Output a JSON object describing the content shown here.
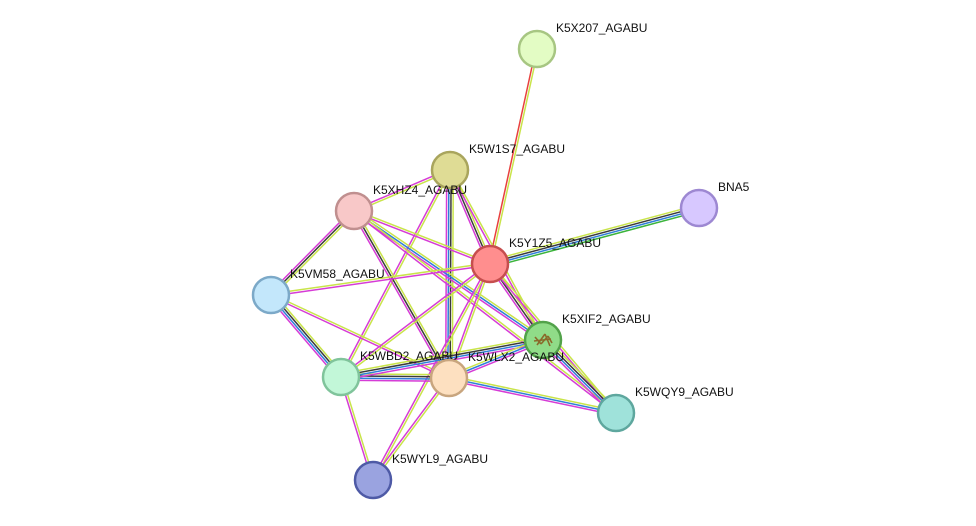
{
  "nodes": [
    {
      "id": "K5X207_AGABU",
      "label": "K5X207_AGABU",
      "color": "#e3fcc4",
      "stroke": "#a7c682"
    },
    {
      "id": "K5W1S7_AGABU",
      "label": "K5W1S7_AGABU",
      "color": "#dfdc95",
      "stroke": "#a9a55d"
    },
    {
      "id": "K5XHZ4_AGABU",
      "label": "K5XHZ4_AGABU",
      "color": "#f8c8c8",
      "stroke": "#c08f8f"
    },
    {
      "id": "BNA5",
      "label": "BNA5",
      "color": "#d7c8ff",
      "stroke": "#9d88d2"
    },
    {
      "id": "K5Y1Z5_AGABU",
      "label": "K5Y1Z5_AGABU",
      "color": "#ff8e8e",
      "stroke": "#c64e4e"
    },
    {
      "id": "K5VM58_AGABU",
      "label": "K5VM58_AGABU",
      "color": "#c3e7fb",
      "stroke": "#7ca9c8"
    },
    {
      "id": "K5XIF2_AGABU",
      "label": "K5XIF2_AGABU",
      "color": "#90dc88",
      "stroke": "#52a24a"
    },
    {
      "id": "K5WBD2_AGABU",
      "label": "K5WBD2_AGABU",
      "color": "#c2f7d8",
      "stroke": "#80c49b"
    },
    {
      "id": "K5WLX2_AGABU",
      "label": "K5WLX2_AGABU",
      "color": "#fde0c0",
      "stroke": "#c8a57e"
    },
    {
      "id": "K5WQY9_AGABU",
      "label": "K5WQY9_AGABU",
      "color": "#9fe2da",
      "stroke": "#5ea79e"
    },
    {
      "id": "K5WYL9_AGABU",
      "label": "K5WYL9_AGABU",
      "color": "#9aa3e0",
      "stroke": "#4e5aa6"
    }
  ],
  "edges": [
    {
      "from": "K5X207_AGABU",
      "to": "K5Y1Z5_AGABU",
      "colors": [
        "#c9e44a",
        "#e8403e"
      ]
    },
    {
      "from": "K5Y1Z5_AGABU",
      "to": "BNA5",
      "colors": [
        "#c9e44a",
        "#3b3b3b",
        "#2f7fd8",
        "#3cb43c"
      ]
    },
    {
      "from": "K5W1S7_AGABU",
      "to": "K5Y1Z5_AGABU",
      "colors": [
        "#c9e44a",
        "#3b3b3b",
        "#d63cd6"
      ]
    },
    {
      "from": "K5W1S7_AGABU",
      "to": "K5XHZ4_AGABU",
      "colors": [
        "#c9e44a",
        "#d63cd6"
      ]
    },
    {
      "from": "K5W1S7_AGABU",
      "to": "K5WLX2_AGABU",
      "colors": [
        "#c9e44a",
        "#3b3b3b",
        "#2f7fd8",
        "#d63cd6"
      ]
    },
    {
      "from": "K5W1S7_AGABU",
      "to": "K5WBD2_AGABU",
      "colors": [
        "#c9e44a",
        "#d63cd6"
      ]
    },
    {
      "from": "K5W1S7_AGABU",
      "to": "K5XIF2_AGABU",
      "colors": [
        "#c9e44a",
        "#d63cd6"
      ]
    },
    {
      "from": "K5XHZ4_AGABU",
      "to": "K5Y1Z5_AGABU",
      "colors": [
        "#c9e44a",
        "#d63cd6"
      ]
    },
    {
      "from": "K5XHZ4_AGABU",
      "to": "K5VM58_AGABU",
      "colors": [
        "#c9e44a",
        "#3b3b3b",
        "#d63cd6"
      ]
    },
    {
      "from": "K5XHZ4_AGABU",
      "to": "K5WLX2_AGABU",
      "colors": [
        "#c9e44a",
        "#3b3b3b",
        "#d63cd6"
      ]
    },
    {
      "from": "K5XHZ4_AGABU",
      "to": "K5XIF2_AGABU",
      "colors": [
        "#c9e44a",
        "#2f7fd8",
        "#d63cd6"
      ]
    },
    {
      "from": "K5XHZ4_AGABU",
      "to": "K5WQY9_AGABU",
      "colors": [
        "#c9e44a",
        "#d63cd6"
      ]
    },
    {
      "from": "K5VM58_AGABU",
      "to": "K5Y1Z5_AGABU",
      "colors": [
        "#c9e44a",
        "#d63cd6"
      ]
    },
    {
      "from": "K5VM58_AGABU",
      "to": "K5WBD2_AGABU",
      "colors": [
        "#c9e44a",
        "#3b3b3b",
        "#2f7fd8",
        "#d63cd6"
      ]
    },
    {
      "from": "K5VM58_AGABU",
      "to": "K5WLX2_AGABU",
      "colors": [
        "#c9e44a",
        "#d63cd6"
      ]
    },
    {
      "from": "K5Y1Z5_AGABU",
      "to": "K5WBD2_AGABU",
      "colors": [
        "#c9e44a",
        "#d63cd6"
      ]
    },
    {
      "from": "K5Y1Z5_AGABU",
      "to": "K5WLX2_AGABU",
      "colors": [
        "#c9e44a",
        "#d63cd6"
      ]
    },
    {
      "from": "K5Y1Z5_AGABU",
      "to": "K5XIF2_AGABU",
      "colors": [
        "#c9e44a",
        "#3b3b3b",
        "#d63cd6"
      ]
    },
    {
      "from": "K5Y1Z5_AGABU",
      "to": "K5WQY9_AGABU",
      "colors": [
        "#c9e44a",
        "#d63cd6"
      ]
    },
    {
      "from": "K5Y1Z5_AGABU",
      "to": "K5WYL9_AGABU",
      "colors": [
        "#c9e44a",
        "#d63cd6"
      ]
    },
    {
      "from": "K5WBD2_AGABU",
      "to": "K5WLX2_AGABU",
      "colors": [
        "#c9e44a",
        "#3b3b3b",
        "#2f7fd8",
        "#d63cd6"
      ]
    },
    {
      "from": "K5WBD2_AGABU",
      "to": "K5XIF2_AGABU",
      "colors": [
        "#c9e44a",
        "#3b3b3b",
        "#2f7fd8",
        "#d63cd6"
      ]
    },
    {
      "from": "K5WBD2_AGABU",
      "to": "K5WYL9_AGABU",
      "colors": [
        "#c9e44a",
        "#d63cd6"
      ]
    },
    {
      "from": "K5WLX2_AGABU",
      "to": "K5XIF2_AGABU",
      "colors": [
        "#c9e44a",
        "#2f7fd8",
        "#d63cd6"
      ]
    },
    {
      "from": "K5WLX2_AGABU",
      "to": "K5WQY9_AGABU",
      "colors": [
        "#c9e44a",
        "#2f7fd8",
        "#d63cd6"
      ]
    },
    {
      "from": "K5WLX2_AGABU",
      "to": "K5WYL9_AGABU",
      "colors": [
        "#c9e44a",
        "#d63cd6"
      ]
    },
    {
      "from": "K5XIF2_AGABU",
      "to": "K5WQY9_AGABU",
      "colors": [
        "#c9e44a",
        "#3b3b3b",
        "#2f7fd8",
        "#d63cd6"
      ]
    }
  ]
}
